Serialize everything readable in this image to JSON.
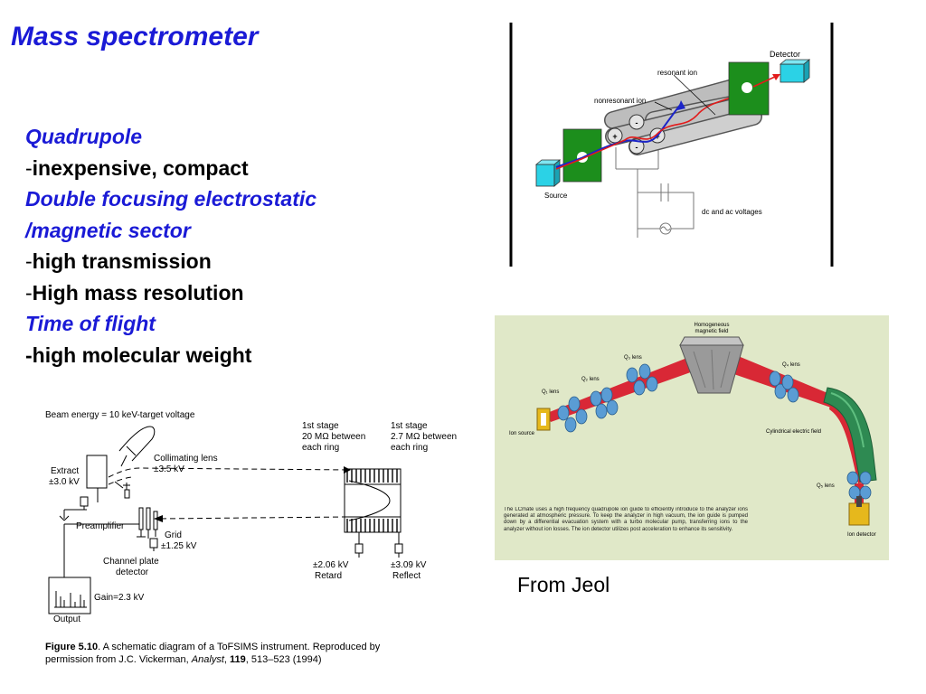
{
  "slide": {
    "title": "Mass spectrometer",
    "bullets": [
      {
        "prefix": "",
        "text": "Quadrupole",
        "style": "heading"
      },
      {
        "prefix": "-",
        "text": "inexpensive, compact",
        "style": "item"
      },
      {
        "prefix": "",
        "text": "Double focusing electrostatic",
        "style": "heading"
      },
      {
        "prefix": "",
        "text": "/magnetic sector",
        "style": "heading"
      },
      {
        "prefix": "-",
        "text": "high transmission",
        "style": "item"
      },
      {
        "prefix": "-",
        "text": "High mass resolution",
        "style": "item"
      },
      {
        "prefix": "",
        "text": "Time of flight",
        "style": "heading"
      },
      {
        "prefix": "",
        "text": "-high molecular weight",
        "style": "item"
      }
    ],
    "credit": "From Jeol"
  },
  "quadrupole_diagram": {
    "labels": {
      "detector": "Detector",
      "resonant": "resonant ion",
      "nonresonant": "nonresonant ion",
      "source": "Source",
      "voltages": "dc and ac voltages",
      "plus": "+",
      "minus": "-"
    },
    "colors": {
      "source": "#2bd2e6",
      "plate": "#1c8e1c",
      "rod": "#b9b9b9",
      "resonant_path": "#e21b1b",
      "nonresonant_path": "#1b24c8"
    }
  },
  "magnetic_sector_diagram": {
    "labels": {
      "magnet": "Homogeneous magnetic field",
      "q3": "Q₃ lens",
      "q2": "Q₂ lens",
      "q1": "Q₁ lens",
      "ion_source": "Ion source",
      "q4": "Q₄ lens",
      "electric_field": "Cylindrical electric field",
      "q5": "Q₅ lens",
      "ion_detector": "Ion detector"
    },
    "caption": "The LCmate uses a high frequency quadrupole ion guide to efficiently introduce to the analyzer ions generated at atmospheric pressure. To keep the analyzer in high vacuum, the ion guide is pumped down by a differential evacuation system with a turbo molecular pump, transferring ions to the analyzer without ion losses. The ion detector utilizes post acceleration to enhance its sensitivity.",
    "colors": {
      "background": "#e0e8c8",
      "beam": "#d81e2e",
      "lens": "#5a9cd4",
      "electric": "#2e8a52",
      "magnet": "#9a9a9a",
      "source": "#e6b81c"
    }
  },
  "tof_diagram": {
    "labels": {
      "beam_energy": "Beam energy = 10 keV-target voltage",
      "stage1_left": [
        "1st stage",
        "20 MΩ between",
        "each ring"
      ],
      "stage1_right": [
        "1st stage",
        "2.7 MΩ between",
        "each ring"
      ],
      "collimating": [
        "Collimating lens",
        "±3.5 kV"
      ],
      "extract": [
        "Extract",
        "±3.0 kV"
      ],
      "preamplifier": "Preamplifier",
      "grid": [
        "Grid",
        "±1.25 kV"
      ],
      "channel_plate": [
        "Channel plate",
        "detector"
      ],
      "gain": "Gain=2.3 kV",
      "output": "Output",
      "retard": [
        "±2.06 kV",
        "Retard"
      ],
      "reflect": [
        "±3.09 kV",
        "Reflect"
      ]
    },
    "caption": {
      "figure_label": "Figure 5.10",
      "line1": ". A schematic diagram of a ToFSIMS instrument. Reproduced by",
      "line2_a": "permission from J.C. Vickerman, ",
      "line2_journal": "Analyst",
      "line2_b": ", ",
      "line2_volume": "119",
      "line2_c": ", 513–523 (1994)"
    }
  }
}
